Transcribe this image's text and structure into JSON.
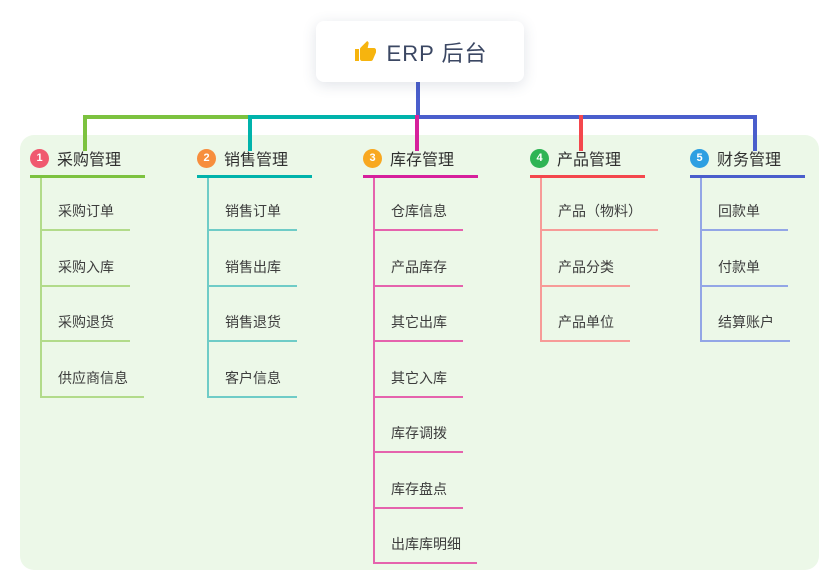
{
  "root": {
    "icon": "thumbs-up-icon",
    "icon_color": "#f6b40e",
    "title": "ERP 后台"
  },
  "panel": {
    "background": "#ecf8e8"
  },
  "connectors": {
    "trunk_color": "#4a5ecc",
    "top_segments": [
      {
        "name": "left",
        "color": "#7cc23f"
      },
      {
        "name": "center",
        "color": "#00b3ab"
      },
      {
        "name": "right",
        "color": "#4a5ecc"
      }
    ]
  },
  "branches": [
    {
      "index": "1",
      "title": "采购管理",
      "badge_color": "#f0596f",
      "line_color": "#7cc23f",
      "child_line_color": "#b2db8a",
      "children": [
        "采购订单",
        "采购入库",
        "采购退货",
        "供应商信息"
      ]
    },
    {
      "index": "2",
      "title": "销售管理",
      "badge_color": "#f78e3d",
      "line_color": "#00b3ab",
      "child_line_color": "#6fccc7",
      "children": [
        "销售订单",
        "销售出库",
        "销售退货",
        "客户信息"
      ]
    },
    {
      "index": "3",
      "title": "库存管理",
      "badge_color": "#f8a820",
      "line_color": "#d6219c",
      "child_line_color": "#e563ad",
      "children": [
        "仓库信息",
        "产品库存",
        "其它出库",
        "其它入库",
        "库存调拨",
        "库存盘点",
        "出库库明细"
      ]
    },
    {
      "index": "4",
      "title": "产品管理",
      "badge_color": "#2eb454",
      "line_color": "#f4474d",
      "child_line_color": "#f79b98",
      "children": [
        "产品（物料）",
        "产品分类",
        "产品单位"
      ]
    },
    {
      "index": "5",
      "title": "财务管理",
      "badge_color": "#2d9fe2",
      "line_color": "#4a5ecc",
      "child_line_color": "#93a6e6",
      "children": [
        "回款单",
        "付款单",
        "结算账户"
      ]
    }
  ]
}
